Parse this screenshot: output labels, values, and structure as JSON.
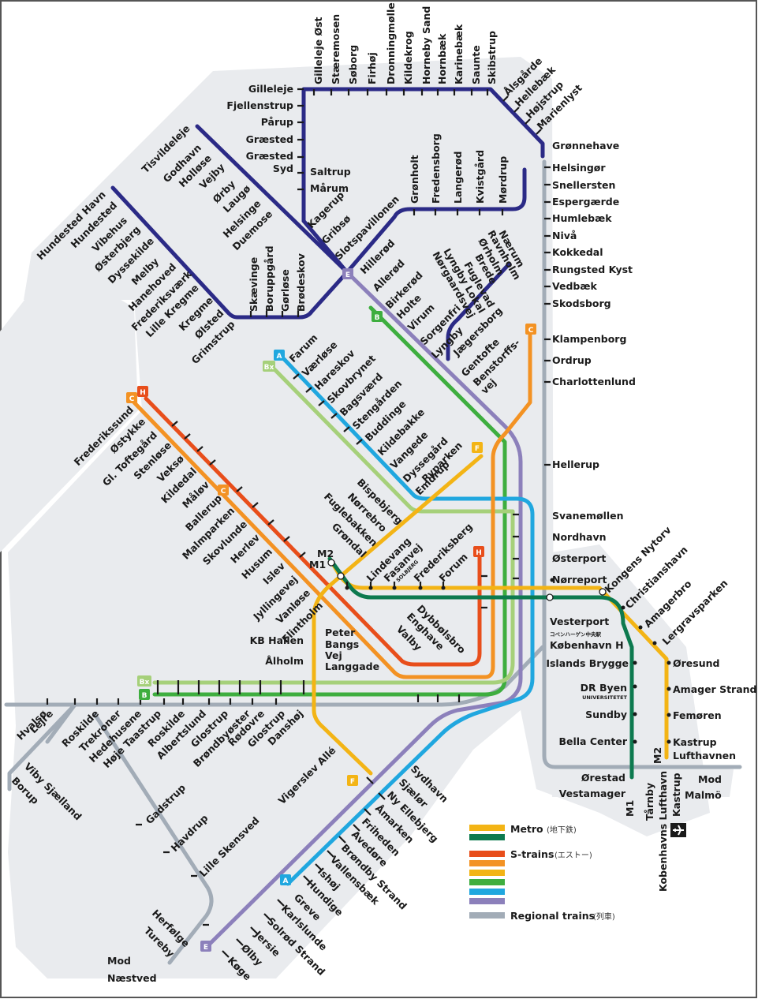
{
  "colors": {
    "dark_blue": "#2b2a86",
    "metro": "#f3b415",
    "metro_green": "#0d7a4f",
    "s_h": "#e84e1b",
    "s_c": "#f39223",
    "s_bx": "#a6d07a",
    "s_b": "#3eae3f",
    "s_a": "#20a7df",
    "s_e": "#8c80bb",
    "regional": "#a2acb7",
    "land": "#e9ebee"
  },
  "legend": {
    "metro_label": "Metro",
    "metro_sub": "(地下鉄)",
    "s_trains_label": "S-trains",
    "s_trains_sub": "(エストー)",
    "regional_label": "Regional trains",
    "regional_sub": "(列車)"
  },
  "badges": {
    "c_top": "C",
    "h_top": "H",
    "c_left": "C",
    "c_ballerup": "C",
    "bx_top": "Bx",
    "a_top": "A",
    "b_top": "B",
    "e_top": "E",
    "f_top": "F",
    "h_mid": "H",
    "bx_left": "Bx",
    "b_left": "B",
    "f_bottom": "F",
    "a_bottom": "A",
    "e_bottom": "E"
  },
  "line_labels": {
    "m1": "M1",
    "m2": "M2",
    "m1_bottom": "M1",
    "m2_bottom": "M2"
  },
  "stations": {
    "gribskov_vertical": [
      "Gilleleje Øst",
      "Stæremosen",
      "Søborg",
      "Firhøj",
      "Dronningmølle",
      "Kildekrog",
      "Horneby Sand",
      "Hornbæk",
      "Karinebæk",
      "Saunte",
      "Skibstrup"
    ],
    "gribskov_ne": [
      "Ålsgårde",
      "Hellebæk",
      "Højstrup",
      "Marienlyst"
    ],
    "gribskov_west": [
      "Gilleleje",
      "Fjellenstrup",
      "Pårup",
      "Græsted",
      "Græsted",
      "Syd"
    ],
    "gribskov_trunk": [
      "Saltrup",
      "Mårum",
      "Kagerup",
      "Gribsø",
      "Slotspavillonen"
    ],
    "lille_nord": [
      "Grønholt",
      "Fredensborg",
      "Langerød",
      "Kvistgård",
      "Mørdrup"
    ],
    "kystbanen": [
      "Grønnehave",
      "Helsingør",
      "Snellersten",
      "Espergærde",
      "Humlebæk",
      "Nivå",
      "Kokkedal",
      "Rungsted Kyst",
      "Vedbæk",
      "Skodsborg",
      "Klampenborg",
      "Ordrup",
      "Charlottenlund",
      "Hellerup"
    ],
    "tisvilde": [
      "Tisvildeleje",
      "Godhavn",
      "Holløse",
      "Vejby",
      "Ørby",
      "Laugø",
      "Helsinge",
      "Duemose"
    ],
    "frederiksvaerk": [
      "Hundested Havn",
      "Hundested",
      "Vibehus",
      "Østerbjerg",
      "Dyssekilde",
      "Melby",
      "Hanehoved",
      "Frederiksværk",
      "Lille Kregme",
      "Kregme",
      "Ølsted",
      "Grimstrup"
    ],
    "frederiksvaerk_low": [
      "Skævinge",
      "Boruppgård",
      "Gørløse",
      "Brødeskov"
    ],
    "naerum": [
      "Nærum",
      "Ravnholm",
      "Ørholm",
      "Brede",
      "Fuglevad",
      "Lyngby Lokal",
      "Nørgaardsvej",
      "Jægersborg",
      "Gentofte",
      "Benstorffs-",
      "vej"
    ],
    "e_line": [
      "Hillerød",
      "Allerød",
      "Birkerød",
      "Holte",
      "Virum",
      "Sorgenfri",
      "Lyngby"
    ],
    "a_line": [
      "Farum",
      "Værløse",
      "Hareskov",
      "Skovbrynet",
      "Bagsværd",
      "Stengården",
      "Buddinge",
      "Kildebakke",
      "Vangede",
      "Dyssegård",
      "Emdrup"
    ],
    "c_h_line": [
      "Frederikssund",
      "Østykke",
      "Gl. Toftegård",
      "Stenløse",
      "Veksø",
      "Kildedal",
      "Måløv",
      "Ballerup",
      "Malmparken",
      "Skovlunde",
      "Herlev",
      "Husum",
      "Islev",
      "Jyllingevej",
      "Vanløse",
      "Flintholm"
    ],
    "f_line": [
      "Ryparken",
      "Bispebjerg",
      "Nørrebro",
      "Fuglebakken",
      "Grøndal"
    ],
    "inner_city": [
      "Svanemøllen",
      "Nordhavn",
      "Østerport",
      "Nørreport",
      "Kongens Nytorv",
      "Christianshavn",
      "Amagerbro",
      "Lergravsparken",
      "Vesterport",
      "コペンハーゲン中央駅",
      "København H"
    ],
    "metro_m1": [
      "Islands Brygge",
      "DR Byen",
      "UNIVERSITETET",
      "Sundby",
      "Bella Center",
      "Ørestad",
      "Vestamager"
    ],
    "metro_m2": [
      "Øresund",
      "Amager Strand",
      "Femøren",
      "Kastrup",
      "Lufthavnen",
      "Tårnby",
      "Kobenhavns Lufthavn",
      "Kastrup"
    ],
    "mod_malmo": [
      "Mod",
      "Malmö"
    ],
    "frederiksberg": [
      "Lindevang",
      "Fasanvej",
      "SOLBJERG",
      "Frederiksberg",
      "Forum"
    ],
    "west_city": [
      "Peter",
      "Bangs",
      "Vej",
      "Langgade",
      "KB Hallen",
      "Ålholm",
      "Dybbølsbro",
      "Enghave",
      "Valby"
    ],
    "west_rail": [
      "Hvalsø",
      "Lejre",
      "Roskilde",
      "Trekroner",
      "Hedehusene",
      "Høje Taastrup",
      "Roskilde",
      "Albertslund",
      "Glostrup",
      "Brøndbyøster",
      "Rødovre",
      "Glostrup",
      "Danshøj"
    ],
    "south_west": [
      "Viby Sjælland",
      "Borup",
      "Gadstrup",
      "Havdrup",
      "Lille Skensved",
      "Herfølge",
      "Tureby",
      "Mod",
      "Næstved"
    ],
    "south_coast": [
      "Vigerslev Allé",
      "Sydhavn",
      "Sjælør",
      "Ny Ellebjerg",
      "Åmarken",
      "Friheden",
      "Avedøre",
      "Brøndby Strand",
      "Vallensbæk",
      "Ishøj",
      "Hundige",
      "Greve",
      "Karlslunde",
      "Solrød Strand",
      "Jersie",
      "Ølby",
      "Køge"
    ]
  }
}
